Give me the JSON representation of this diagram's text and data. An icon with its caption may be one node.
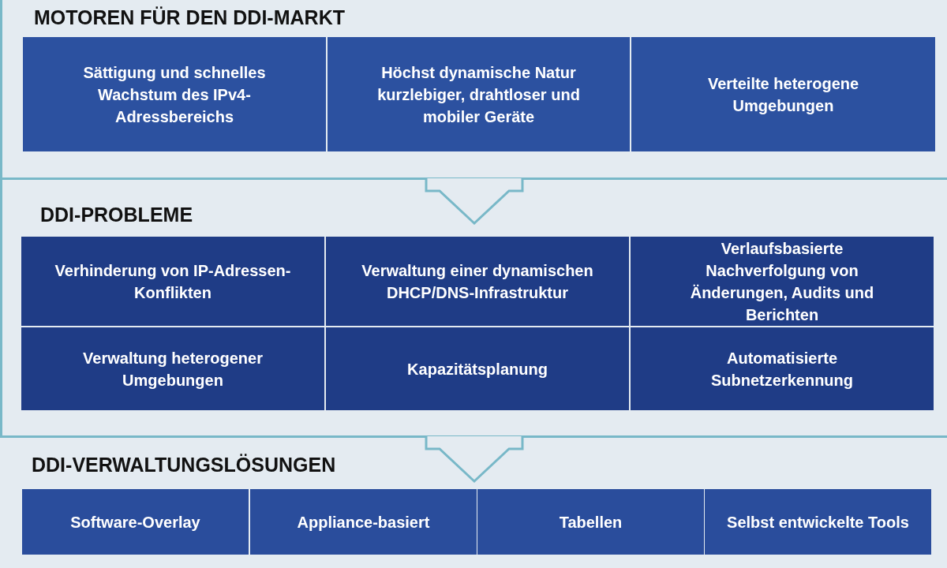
{
  "diagram": {
    "nodes": [
      {
        "text": [
          "MOTOREN FÜR DEN DDI-MARKT"
        ]
      },
      {
        "text": [
          "Sättigung und schnelles Wachstum des IPv4-Adressbereichs"
        ],
        "in": 0
      },
      {
        "text": [
          "Höchst dynamische Natur kurzlebiger, drahtloser und mobiler Geräte"
        ],
        "in": 0
      },
      {
        "text": [
          "Verteilte heterogene Umgebungen"
        ],
        "in": 0
      },
      {
        "text": [
          "DDI-PROBLEME"
        ]
      },
      {
        "text": [
          "Verhinderung von IP-Adressen-Konflikten"
        ],
        "in": 4
      },
      {
        "text": [
          "Verwaltung einer dynamischen DHCP/DNS-Infrastruktur"
        ],
        "in": 4
      },
      {
        "text": [
          "Verlaufsbasierte Nachverfolgung von Änderungen, Audits und Berichten"
        ],
        "in": 4
      },
      {
        "text": [
          "Verwaltung heterogener Umgebungen"
        ],
        "in": 4
      },
      {
        "text": [
          "Kapazitätsplanung"
        ],
        "in": 4
      },
      {
        "text": [
          "Automatisierte Subnetzerkennung"
        ],
        "in": 4
      },
      {
        "text": [
          "DDI-VERWALTUNGSLÖSUNGEN"
        ]
      },
      {
        "text": [
          "Software-Overlay"
        ],
        "in": 11
      },
      {
        "text": [
          "Appliance-basiert"
        ],
        "in": 11
      },
      {
        "text": [
          "Tabellen"
        ],
        "in": 11
      },
      {
        "text": [
          "Selbst entwickelte Tools"
        ],
        "in": 11
      }
    ],
    "edges": [
      {
        "from": 0,
        "to": 4,
        "arrow": "to"
      },
      {
        "from": 4,
        "to": 11,
        "arrow": "to"
      }
    ]
  }
}
